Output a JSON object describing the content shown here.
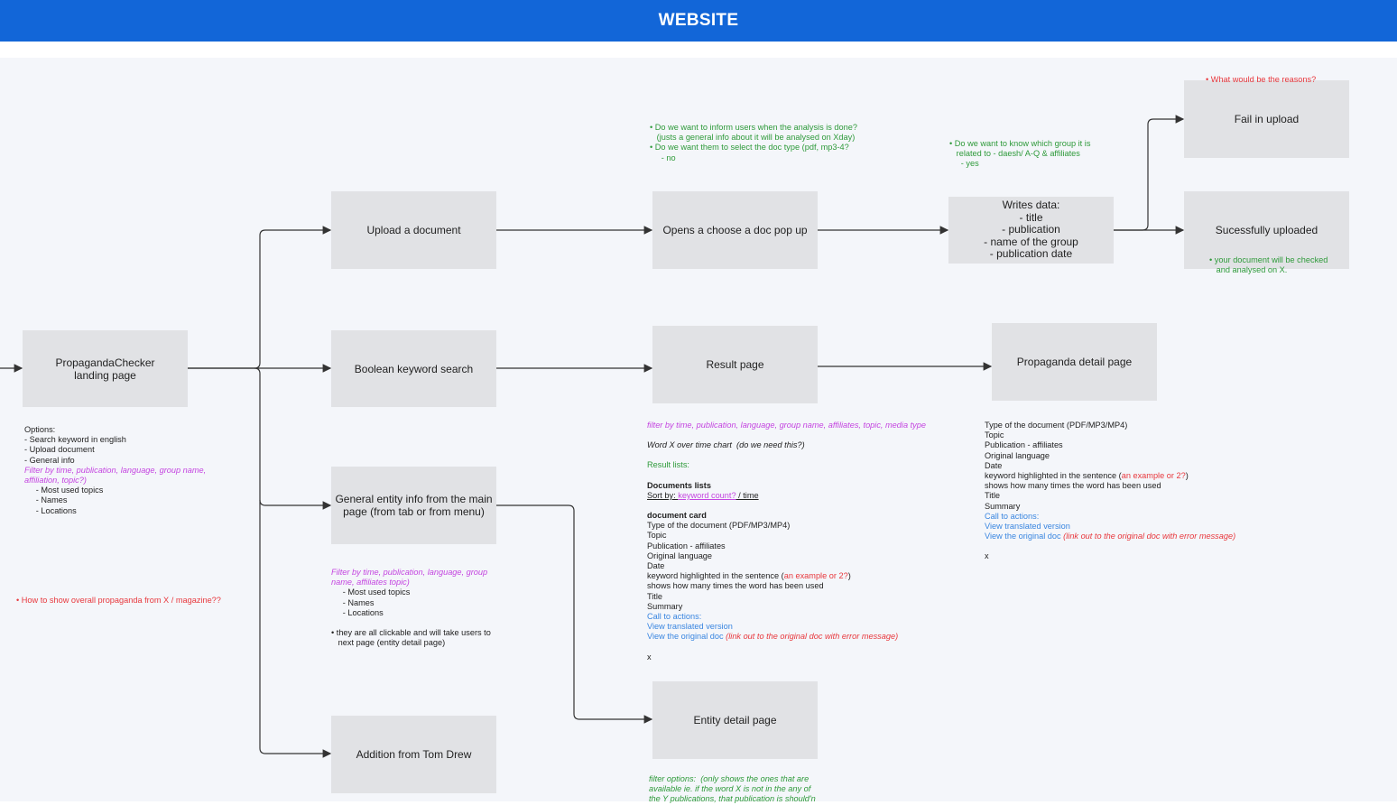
{
  "header": {
    "title": "WEBSITE"
  },
  "boxes": {
    "landing": "PropagandaChecker\nlanding page",
    "upload": "Upload a document",
    "boolean": "Boolean keyword search",
    "entity_info": "General entity info from the main\npage (from tab or from menu)",
    "addition": "Addition from Tom Drew",
    "popup": "Opens a choose a doc pop up",
    "result": "Result page",
    "entity_detail": "Entity detail page",
    "writes": "Writes data:\n- title\n- publication\n- name of the group\n- publication date",
    "propaganda_detail": "Propaganda detail page",
    "fail": "Fail in upload",
    "success": "Sucessfully uploaded"
  },
  "notes": {
    "reasons": "• What would be the reasons?",
    "inform": [
      "• Do we want to inform users when the analysis is done?",
      "   (justs a general info about it will be analysed on Xday)",
      "• Do we want them to select the doc type (pdf, mp3-4?",
      "     - no"
    ],
    "group": [
      "• Do we want to know which group it is",
      "   related to - daesh/ A-Q & affiliates",
      "     - yes"
    ],
    "success_note": [
      "• your document will be checked",
      "   and analysed on X."
    ],
    "options": {
      "lines": [
        "Options:",
        "- Search keyword in english",
        "- Upload document",
        "- General info"
      ],
      "filter": [
        "Filter by time, publication, language, group name,",
        "affiliation, topic?)"
      ],
      "sub": [
        "     - Most used topics",
        "     - Names",
        "     - Locations"
      ]
    },
    "overall": "• How to show overall propaganda from X / magazine??",
    "entity_note": {
      "filter": [
        "Filter by time, publication, language, group",
        "name, affiliates topic)"
      ],
      "sub": [
        "     - Most used topics",
        "     - Names",
        "     - Locations"
      ],
      "click": [
        "• they are all clickable and will take users to",
        "   next page (entity detail page)"
      ]
    },
    "result_note": {
      "filter": "filter by time, publication, language, group name, affiliates, topic, media type",
      "chart": "Word X over time chart  (do we need this?)",
      "lists": "Result lists:",
      "docs_title": "Documents lists",
      "sort_label": "Sort by: ",
      "sort_keyword": "keyword count?",
      "sort_time": " / time",
      "card_title": "document card",
      "card_lines": [
        "Type of the document (PDF/MP3/MP4)",
        "Topic",
        "Publication - affiliates",
        "Original language",
        "Date"
      ],
      "keyword": "keyword highlighted in the sentence (",
      "keyword_red": "an example or 2?",
      "keyword_end": ")",
      "card_lines2": [
        "shows how many times the word has been used",
        "Title",
        "Summary"
      ],
      "cta": [
        "Call to actions:",
        "View translated version"
      ],
      "original": "View the original doc ",
      "original_red": "(link out to the original doc with error message)",
      "x": "x"
    },
    "detail_note": {
      "lines": [
        "Type of the document (PDF/MP3/MP4)",
        "Topic",
        "Publication - affiliates",
        "Original language",
        "Date"
      ],
      "keyword": "keyword highlighted in the sentence (",
      "keyword_red": "an example or 2?",
      "keyword_end": ")",
      "lines2": [
        "shows how many times the word has been used",
        "Title",
        "Summary"
      ],
      "cta": [
        "Call to actions:",
        "View translated version"
      ],
      "original": "View the original doc ",
      "original_red": "(link out to the original doc with error message)",
      "x": "x"
    },
    "entity_detail_note": [
      "filter options:  (only shows the ones that are",
      "available ie. if the word X is not in the any of",
      "the Y publications, that publication is should'n"
    ]
  },
  "colors": {
    "header": "#1266d8",
    "box": "#e1e2e5",
    "green": "#2e9a3a",
    "red": "#e8383d",
    "magenta": "#c445e0",
    "blue": "#3a86e0"
  }
}
